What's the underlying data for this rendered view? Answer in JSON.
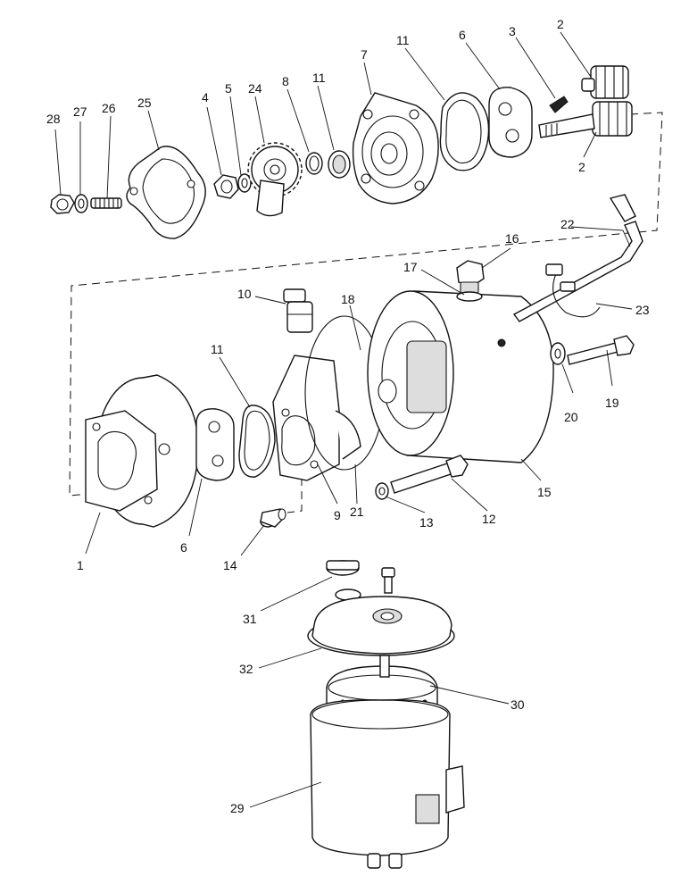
{
  "callouts": [
    "1",
    "2",
    "3",
    "4",
    "5",
    "6",
    "7",
    "8",
    "9",
    "10",
    "11",
    "12",
    "13",
    "14",
    "15",
    "16",
    "17",
    "18",
    "19",
    "20",
    "21",
    "22",
    "23",
    "24",
    "25",
    "26",
    "27",
    "28",
    "29",
    "30",
    "31",
    "32"
  ],
  "labels": {
    "l28": "28",
    "l27": "27",
    "l26": "26",
    "l25": "25",
    "l4": "4",
    "l5": "5",
    "l24": "24",
    "l8": "8",
    "l11a": "11",
    "l7": "7",
    "l11b": "11",
    "l6a": "6",
    "l3": "3",
    "l2a": "2",
    "l2b": "2",
    "l16": "16",
    "l22": "22",
    "l17": "17",
    "l10": "10",
    "l18": "18",
    "l23": "23",
    "l11c": "11",
    "l19": "19",
    "l20": "20",
    "l1": "1",
    "l6b": "6",
    "l9": "9",
    "l21": "21",
    "l13": "13",
    "l12": "12",
    "l15": "15",
    "l14": "14",
    "l31": "31",
    "l32": "32",
    "l30": "30",
    "l29": "29"
  }
}
